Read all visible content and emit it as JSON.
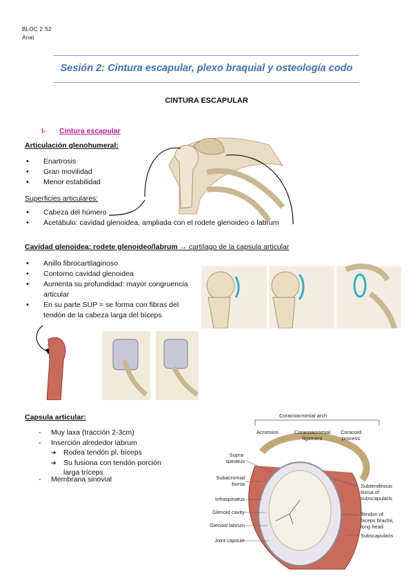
{
  "header": {
    "line1": "BLOC 2 S2",
    "line2": "Anat"
  },
  "title": "Sesión 2: Cintura escapular, plexo braquial y osteología codo",
  "main_heading": "CINTURA ESCAPULAR",
  "section": {
    "number": "I-",
    "label": "Cintura escapular"
  },
  "glenohumeral": {
    "heading": "Articulación glenohumeral:",
    "items": [
      "Enartrosis",
      "Gran movilidad",
      "Menor estabilidad"
    ],
    "surfaces_heading": "Superficies articulares:",
    "surfaces": [
      "Cabeza del húmero",
      "Acetábulo: cavidad glenoidea, ampliada con el rodete glenoideo o labrum"
    ]
  },
  "cavidad": {
    "heading": "Cavidad glenoidea: rodete glenoideo/labrum",
    "tail": " → cartílago de la capsula articular",
    "items": [
      "Anillo fibrocartilaginoso",
      "Contorno cavidad glenoidea",
      "Aumenta su profundidad: mayor congruencia articular",
      "En su parte SUP = se forma con fibras del tendón de la cabeza larga del bíceps"
    ]
  },
  "capsula": {
    "heading": "Capsula articular:",
    "item1": "Muy laxa (tracción 2-3cm)",
    "item2": "Inserción alrededor labrum",
    "sub": [
      "Rodea tendón pl. bíceps",
      "Su fusiona con tendón porción larga tríceps"
    ],
    "item3": "Membrana sinovial"
  },
  "figure": {
    "top": "Coracoacromial arch",
    "acromion": "Acromion",
    "cal": "Coracoacromial\nligament",
    "coracoid": "Coracoid\nprocess",
    "supra": "Supra-\nspinatus",
    "subacromial": "Subacromial\nbursa",
    "infra": "Infraspinatus",
    "cavity": "Glenoid cavity",
    "labrum": "Glenoid labrum",
    "capsule": "Joint capsule",
    "subtendinous": "Subtendinous\nbursa of\nsubscapularis",
    "tendon": "Tendon of\nbiceps brachii,\nlong head",
    "subscap": "Subscapularis"
  }
}
